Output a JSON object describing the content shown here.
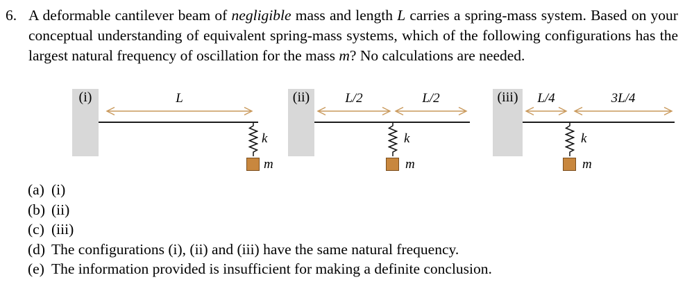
{
  "question": {
    "number": "6.",
    "s1": "A deformable cantilever beam of ",
    "i1": "negligible",
    "s2": " mass and length ",
    "i2": "L",
    "s3": " carries a spring-mass system. Based on your conceptual understanding of equivalent spring-mass systems, which of the following configurations has the largest natural frequency of oscillation for the mass ",
    "i3": "m",
    "s4": "? No calculations are needed."
  },
  "diagrams": [
    {
      "label": "(i)",
      "dims": [
        "L"
      ],
      "spring_label": "k",
      "mass_label": "m"
    },
    {
      "label": "(ii)",
      "dims": [
        "L/2",
        "L/2"
      ],
      "spring_label": "k",
      "mass_label": "m"
    },
    {
      "label": "(iii)",
      "dims": [
        "L/4",
        "3L/4"
      ],
      "spring_label": "k",
      "mass_label": "m"
    }
  ],
  "choices": [
    {
      "label": "(a)",
      "text": "(i)"
    },
    {
      "label": "(b)",
      "text": "(ii)"
    },
    {
      "label": "(c)",
      "text": "(iii)"
    },
    {
      "label": "(d)",
      "text": "The configurations (i), (ii) and (iii) have the same natural frequency."
    },
    {
      "label": "(e)",
      "text": "The information provided is insufficient for making a definite conclusion."
    }
  ],
  "colors": {
    "dimension_arrow": "#c9995c",
    "mass_fill": "#c8873e",
    "mass_border": "#7a4e1e",
    "wall_gray": "#d8d8d8",
    "beam_black": "#1c1c1c"
  }
}
